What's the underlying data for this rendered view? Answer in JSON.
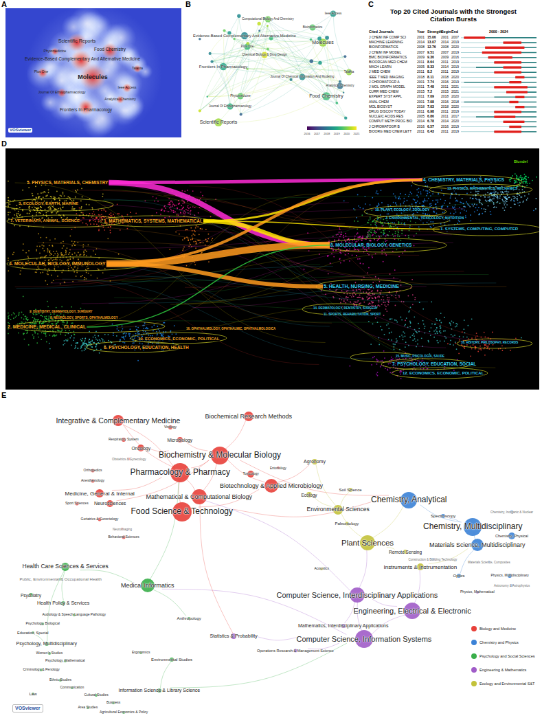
{
  "diagram": {
    "nodes": [
      {
        "text": [
          "5. PHYSICS, MATERIALS, CHEMISTRY"
        ]
      },
      {
        "text": [
          "3. ECOLOGY, EARTH, MARINE"
        ]
      },
      {
        "text": [
          "7. VETERINARY, ANIMAL, SCIENCE"
        ]
      },
      {
        "text": [
          "1. MATHEMATICS, SYSTEMS, MATHEMATICAL"
        ]
      },
      {
        "text": [
          "4. MOLECULAR, BIOLOGY, IMMUNOLOGY"
        ]
      },
      {
        "text": [
          "9. DENTISTRY, DERMATOLOGY, SURGERY"
        ]
      },
      {
        "text": [
          "8. NEUROLOGY, SPORTS, OPHTHALMOLOGY"
        ]
      },
      {
        "text": [
          "2. MEDICINE, MEDICAL, CLINICAL"
        ]
      },
      {
        "text": [
          "16. OPHTHALMOLOGY, OPHTHALMIC, OPHTHALMOLOGICA"
        ]
      },
      {
        "text": [
          "10. ECONOMICS, ECONOMIC, POLITICAL"
        ]
      },
      {
        "text": [
          "6. PSYCHOLOGY, EDUCATION, HEALTH"
        ]
      },
      {
        "text": [
          "4. CHEMISTRY, MATERIALS, PHYSICS"
        ]
      },
      {
        "text": [
          "13. PHYSICS, MATHEMATICS, MECHANICS"
        ]
      },
      {
        "text": [
          "10. PLANT, ECOLOGY, ZOOLOGY"
        ]
      },
      {
        "text": [
          "2. ENVIRONMENTAL, TOXICOLOGY, NUTRITION"
        ]
      },
      {
        "text": [
          "1. SYSTEMS, COMPUTING, COMPUTER"
        ]
      },
      {
        "text": [
          "8. MOLECULAR, BIOLOGY, GENETICS"
        ]
      },
      {
        "text": [
          "5. HEALTH, NURSING, MEDICINE"
        ]
      },
      {
        "text": [
          "14. DERMATOLOGY, DENTISTRY, SURGERY"
        ]
      },
      {
        "text": [
          "11. SPORTS, REHABILITATION, SPORT"
        ]
      },
      {
        "text": [
          "16. HISTORY, PHILOSOPHY, RECORDS"
        ]
      },
      {
        "text": [
          "15. MUSIC, PSICOLOGIA, SAUDE"
        ]
      },
      {
        "text": [
          "7. PSYCHOLOGY, EDUCATION, SOCIAL"
        ]
      },
      {
        "text": [
          "12. ECONOMICS, ECONOMIC, POLITICAL"
        ]
      },
      {
        "text": [
          "Integrative & Complementary Medicine"
        ]
      },
      {
        "text": [
          "Biochemical Research Methods"
        ]
      },
      {
        "text": [
          "Virology"
        ]
      },
      {
        "text": [
          "Microbiology"
        ]
      },
      {
        "text": [
          "Respiratory System"
        ]
      },
      {
        "text": [
          "Oncology"
        ]
      },
      {
        "text": [
          "Obstetrics & Gynecology"
        ]
      },
      {
        "text": [
          "Biochemistry & Molecular Biology"
        ]
      },
      {
        "text": [
          "Entomology"
        ]
      },
      {
        "text": [
          "Orthopedics"
        ]
      },
      {
        "text": [
          "Pharmacology & Pharmacy"
        ]
      },
      {
        "text": [
          "Toxicology"
        ]
      },
      {
        "text": [
          "Anesthesiology"
        ]
      },
      {
        "text": [
          "Biotechnology & Applied Microbiology"
        ]
      },
      {
        "text": [
          "Medicine, General & Internal"
        ]
      },
      {
        "text": [
          "Mathematical & Computational Biology"
        ]
      },
      {
        "text": [
          "Sport Sciences"
        ]
      },
      {
        "text": [
          "Neurosciences"
        ]
      },
      {
        "text": [
          "Food Science & Technology"
        ]
      },
      {
        "text": [
          "Geriatrics & Gerontology"
        ]
      },
      {
        "text": [
          "Neuroimaging"
        ]
      },
      {
        "text": [
          "Behavioral Sciences"
        ]
      },
      {
        "text": [
          "Agronomy"
        ]
      },
      {
        "text": [
          "Ecology"
        ]
      },
      {
        "text": [
          "Soil Science"
        ]
      },
      {
        "text": [
          "Environmental Sciences"
        ]
      },
      {
        "text": [
          "Paleontology"
        ]
      },
      {
        "text": [
          "Plant Sciences"
        ]
      },
      {
        "text": [
          "Remote Sensing"
        ]
      },
      {
        "text": [
          "Acoustics"
        ]
      },
      {
        "text": [
          "Instruments & Instrumentation"
        ]
      },
      {
        "text": [
          "Chemistry, Analytical"
        ]
      },
      {
        "text": [
          "Spectroscopy"
        ]
      },
      {
        "text": [
          "Chemistry, Inorganic & Nuclear"
        ]
      },
      {
        "text": [
          "Chemistry, Multidisciplinary"
        ]
      },
      {
        "text": [
          "Chemistry, Physical"
        ]
      },
      {
        "text": [
          "Materials Science, Multidisciplinary"
        ]
      },
      {
        "text": [
          "Construction & Building Technology"
        ]
      },
      {
        "text": [
          "Materials Science, Composites"
        ]
      },
      {
        "text": [
          "Optics"
        ]
      },
      {
        "text": [
          "Physics, Multidisciplinary"
        ]
      },
      {
        "text": [
          "Astronomy & Astrophysics"
        ]
      },
      {
        "text": [
          "Computer Science, Interdisciplinary Applications"
        ]
      },
      {
        "text": [
          "Physics, Mathematical"
        ]
      },
      {
        "text": [
          "Engineering, Electrical & Electronic"
        ]
      },
      {
        "text": [
          "Mathematics, Interdisciplinary Applications"
        ]
      },
      {
        "text": [
          "Computer Science, Information Systems"
        ]
      },
      {
        "text": [
          "Statistics & Probability"
        ]
      },
      {
        "text": [
          "Operations Research & Management Science"
        ]
      },
      {
        "text": [
          "Health Care Sciences & Services"
        ]
      },
      {
        "text": [
          "Medical Informatics"
        ]
      },
      {
        "text": [
          "Public, Environmental & Occupational Health"
        ]
      },
      {
        "text": [
          "Psychiatry"
        ]
      },
      {
        "text": [
          "Health Policy & Services"
        ]
      },
      {
        "text": [
          "Audiology & Speech-Language Pathology"
        ]
      },
      {
        "text": [
          "Psychology, Biological"
        ]
      },
      {
        "text": [
          "Education, Special"
        ]
      },
      {
        "text": [
          "Psychology, Multidisciplinary"
        ]
      },
      {
        "text": [
          "Women's Studies"
        ]
      },
      {
        "text": [
          "Psychology, Mathematical"
        ]
      },
      {
        "text": [
          "Criminology & Penology"
        ]
      },
      {
        "text": [
          "Ergonomics"
        ]
      },
      {
        "text": [
          "Environmental Studies"
        ]
      },
      {
        "text": [
          "Anthropology"
        ]
      },
      {
        "text": [
          "Ethnic Studies"
        ]
      },
      {
        "text": [
          "Communication"
        ]
      },
      {
        "text": [
          "Cultural Studies"
        ]
      },
      {
        "text": [
          "Information Science & Library Science"
        ]
      },
      {
        "text": [
          "Law"
        ]
      },
      {
        "text": [
          "Area Studies"
        ]
      },
      {
        "text": [
          "Business"
        ]
      },
      {
        "text": [
          "Agricultural Economics & Policy"
        ]
      }
    ],
    "edges": [
      {
        "from": 0,
        "to": 16,
        "arrow": "none"
      },
      {
        "from": 0,
        "to": 11,
        "arrow": "none"
      },
      {
        "from": 3,
        "to": 16,
        "arrow": "none"
      },
      {
        "from": 3,
        "to": 11,
        "arrow": "none"
      },
      {
        "from": 4,
        "to": 16,
        "arrow": "none"
      },
      {
        "from": 4,
        "to": 17,
        "arrow": "none"
      },
      {
        "from": 4,
        "to": 11,
        "arrow": "none"
      },
      {
        "from": 7,
        "to": 16,
        "arrow": "none"
      },
      {
        "from": 3,
        "to": 15,
        "arrow": "none"
      },
      {
        "from": 34,
        "to": 31,
        "arrow": "none"
      },
      {
        "from": 34,
        "to": 42,
        "arrow": "none"
      },
      {
        "from": 31,
        "to": 25,
        "arrow": "none"
      },
      {
        "from": 31,
        "to": 37,
        "arrow": "none"
      },
      {
        "from": 34,
        "to": 24,
        "arrow": "none"
      },
      {
        "from": 39,
        "to": 31,
        "arrow": "none"
      },
      {
        "from": 39,
        "to": 34,
        "arrow": "none"
      },
      {
        "from": 42,
        "to": 37,
        "arrow": "none"
      },
      {
        "from": 42,
        "to": 55,
        "arrow": "none"
      },
      {
        "from": 31,
        "to": 55,
        "arrow": "none"
      },
      {
        "from": 37,
        "to": 46,
        "arrow": "none"
      },
      {
        "from": 46,
        "to": 49,
        "arrow": "none"
      },
      {
        "from": 49,
        "to": 51,
        "arrow": "none"
      },
      {
        "from": 51,
        "to": 55,
        "arrow": "none"
      },
      {
        "from": 55,
        "to": 58,
        "arrow": "none"
      },
      {
        "from": 58,
        "to": 60,
        "arrow": "none"
      },
      {
        "from": 58,
        "to": 56,
        "arrow": "none"
      },
      {
        "from": 60,
        "to": 63,
        "arrow": "none"
      },
      {
        "from": 66,
        "to": 68,
        "arrow": "none"
      },
      {
        "from": 68,
        "to": 70,
        "arrow": "none"
      },
      {
        "from": 66,
        "to": 70,
        "arrow": "none"
      },
      {
        "from": 66,
        "to": 39,
        "arrow": "none"
      },
      {
        "from": 70,
        "to": 74,
        "arrow": "none"
      },
      {
        "from": 74,
        "to": 73,
        "arrow": "none"
      },
      {
        "from": 73,
        "to": 77,
        "arrow": "none"
      },
      {
        "from": 73,
        "to": 81,
        "arrow": "none"
      },
      {
        "from": 81,
        "to": 80,
        "arrow": "none"
      },
      {
        "from": 66,
        "to": 51,
        "arrow": "none"
      },
      {
        "from": 68,
        "to": 54,
        "arrow": "none"
      },
      {
        "from": 54,
        "to": 60,
        "arrow": "none"
      },
      {
        "from": 39,
        "to": 71,
        "arrow": "none"
      },
      {
        "from": 71,
        "to": 70,
        "arrow": "none"
      },
      {
        "from": 74,
        "to": 34,
        "arrow": "none"
      },
      {
        "from": 24,
        "to": 34,
        "arrow": "none"
      },
      {
        "from": 38,
        "to": 34,
        "arrow": "none"
      },
      {
        "from": 41,
        "to": 31,
        "arrow": "none"
      },
      {
        "from": 91,
        "to": 70,
        "arrow": "none"
      },
      {
        "from": 86,
        "to": 91,
        "arrow": "none"
      },
      {
        "from": 87,
        "to": 74,
        "arrow": "none"
      },
      {
        "from": 72,
        "to": 70,
        "arrow": "none"
      },
      {
        "from": 69,
        "to": 66,
        "arrow": "none"
      },
      {
        "from": 29,
        "to": 31,
        "arrow": "none"
      },
      {
        "from": 27,
        "to": 31,
        "arrow": "none"
      },
      {
        "from": 48,
        "to": 49,
        "arrow": "none"
      },
      {
        "from": 47,
        "to": 49,
        "arrow": "none"
      },
      {
        "from": 52,
        "to": 51,
        "arrow": "none"
      }
    ],
    "labels": [
      "A",
      "B",
      "C",
      "D",
      "E",
      "Scientific Reports",
      "Evidence-Based Complementary And Alternative Medicine",
      "Food Chemistry",
      "Molecules",
      "Frontiers In Pharmacology",
      "Plos One",
      "Ieee Access",
      "Journal Of Ethnopharmacology",
      "Talanta",
      "Analytical Chemistry",
      "Phytomedicine",
      "VOSviewer",
      "Evidence-Based Complementary And Alternative Medicine",
      "Frontiers In Pharmacology",
      "Scientific Reports",
      "Molecules",
      "Food Chemistry",
      "Computational Biology And Chemistry",
      "Ieee Access",
      "Journal Of Chemical Information And Modeling",
      "Chemical Biology & Drug Design",
      "Talanta",
      "Plos One",
      "Phytomedicine",
      "Journal Of Ethnopharmacology",
      "Bioinformatics",
      "Analytical Chemistry",
      "2016",
      "2017",
      "2018",
      "2019",
      "2020",
      "2021",
      "Top 20 Cited Journals with the Strongest Citation Bursts",
      "Cited Journals",
      "Year",
      "Strength",
      "Begin",
      "End",
      "2000 - 2024",
      "J CHEM INF COMP SCI",
      "2001",
      "15.06",
      "2001",
      "2007",
      "MACHINE LEARNING",
      "2014",
      "13.07",
      "2014",
      "2019",
      "BIOINFORMATICS",
      "2008",
      "12.76",
      "2008",
      "2020",
      "J CHEM INF MODEL",
      "2007",
      "9.51",
      "2007",
      "2019",
      "BMC BIOINFORMATICS",
      "2009",
      "9.36",
      "2009",
      "2016",
      "BIOORGAN MED CHEM",
      "2011",
      "8.64",
      "2011",
      "2019",
      "MACH LEARN",
      "2005",
      "8.33",
      "2014",
      "2019",
      "J MED CHEM",
      "2011",
      "8.2",
      "2011",
      "2019",
      "IEEE T MED IMAGING",
      "2018",
      "8.11",
      "2018",
      "2020",
      "J CHROMATOGR A",
      "2001",
      "7.74",
      "2016",
      "2019",
      "J MOL GRAPH MODEL",
      "2011",
      "7.48",
      "2011",
      "2021",
      "CURR MED CHEM",
      "2015",
      "7.2",
      "2015",
      "2021",
      "EXPERT SYST APPL",
      "2011",
      "7.09",
      "2018",
      "2020",
      "ANAL CHEM",
      "2001",
      "7.08",
      "2016",
      "2018",
      "MOL BIOSYST",
      "2018",
      "7.03",
      "2018",
      "2020",
      "DRUG DISCOV TODAY",
      "2011",
      "6.98",
      "2011",
      "2019",
      "NUCLEIC ACIDS RES",
      "2005",
      "6.86",
      "2011",
      "2017",
      "COMPUT METH PROG BIO",
      "2014",
      "6.78",
      "2014",
      "2020",
      "J CHROMATOGR B",
      "2016",
      "6.57",
      "2016",
      "2019",
      "BIOORG MED CHEM LETT",
      "2011",
      "6.43",
      "2011",
      "2019",
      "Blondel",
      "VOSviewer"
    ],
    "legend": [
      {
        "text": "Biology and Medicine",
        "color": "#e8403a"
      },
      {
        "text": "Chemistry and Physics",
        "color": "#3b82d6"
      },
      {
        "text": "Psychology and Social Sciences",
        "color": "#3aae4a"
      },
      {
        "text": "Engineering & Mathematics",
        "color": "#a05cc8"
      },
      {
        "text": "Ecology and Environmental S&T",
        "color": "#c3c23a"
      }
    ]
  }
}
